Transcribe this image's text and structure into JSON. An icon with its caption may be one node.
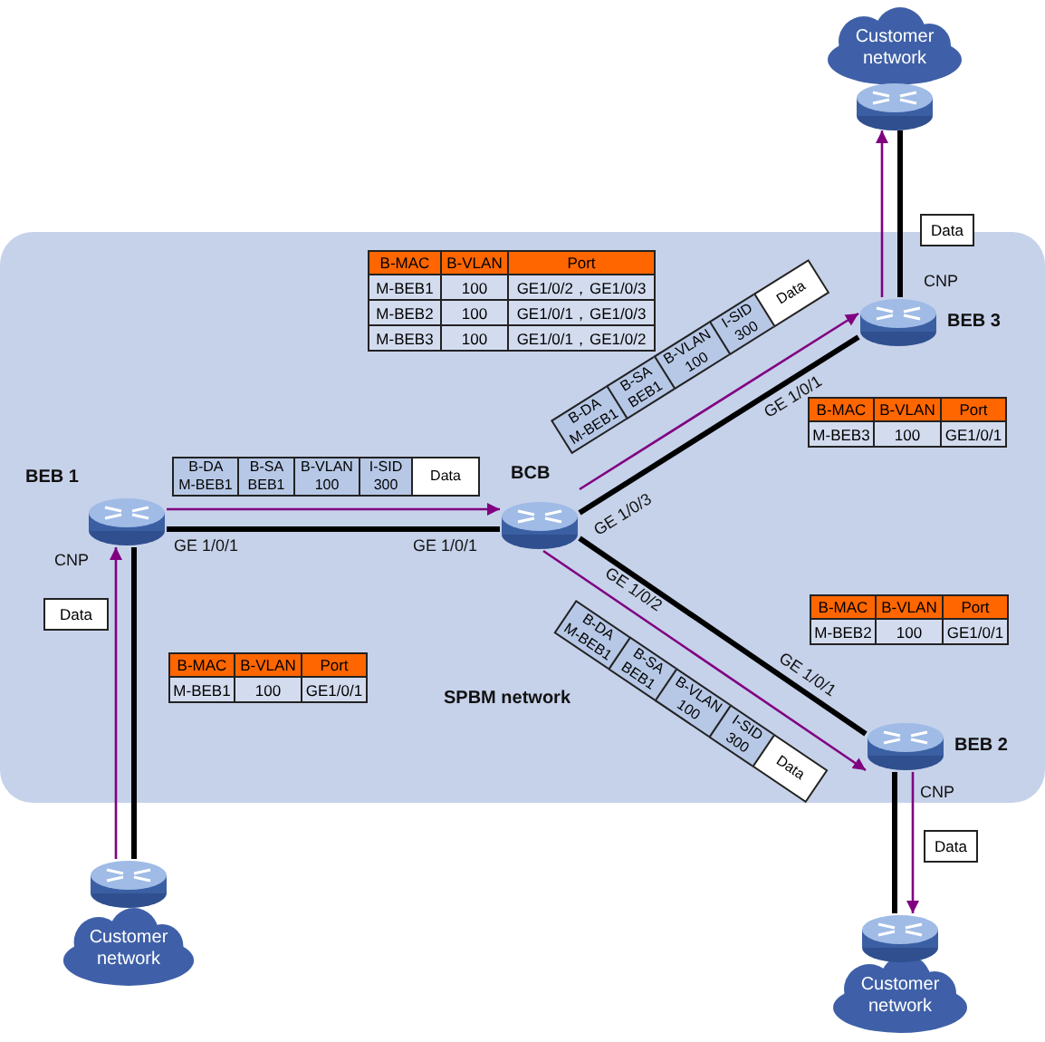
{
  "diagram": {
    "nodes": [
      {
        "text": [
          "Customer network"
        ]
      },
      {
        "text": [
          "SPBM network"
        ]
      },
      {
        "text": [
          "BEB 3"
        ],
        "in": 1
      },
      {
        "text": [
          "BEB 1"
        ],
        "in": 1
      },
      {
        "text": [
          "BCB"
        ],
        "in": 1
      },
      {
        "text": [
          "BEB 2"
        ],
        "in": 1
      },
      {
        "text": [
          "Customer network"
        ]
      },
      {
        "text": [
          "Customer network"
        ]
      }
    ],
    "edges": [
      {
        "from": 3,
        "to": 4,
        "arrow": "none",
        "style": "thick"
      },
      {
        "from": 4,
        "to": 2,
        "arrow": "none",
        "style": "thick"
      },
      {
        "from": 4,
        "to": 5,
        "arrow": "none",
        "style": "thick"
      },
      {
        "from": 0,
        "to": 2,
        "arrow": "none",
        "style": "thick"
      },
      {
        "from": 6,
        "to": 3,
        "arrow": "none",
        "style": "thick"
      },
      {
        "from": 5,
        "to": 7,
        "arrow": "none",
        "style": "thick"
      },
      {
        "from": 6,
        "to": 3,
        "arrow": "to",
        "color": "#800080"
      },
      {
        "from": 3,
        "to": 4,
        "arrow": "to",
        "color": "#800080"
      },
      {
        "from": 4,
        "to": 2,
        "arrow": "to",
        "color": "#800080"
      },
      {
        "from": 2,
        "to": 0,
        "arrow": "to",
        "color": "#800080"
      },
      {
        "from": 4,
        "to": 5,
        "arrow": "to",
        "color": "#800080"
      },
      {
        "from": 5,
        "to": 7,
        "arrow": "to",
        "color": "#800080"
      }
    ],
    "labels": [
      "B-MAC",
      "B-VLAN",
      "Port",
      "M-BEB1",
      "100",
      "GE1/0/2，GE1/0/3",
      "M-BEB2",
      "100",
      "GE1/0/1，GE1/0/3",
      "M-BEB3",
      "100",
      "GE1/0/1，GE1/0/2",
      "Data",
      "CNP",
      "B-DA M-BEB1",
      "B-SA BEB1",
      "B-VLAN 100",
      "I-SID 300",
      "Data",
      "GE 1/0/1",
      "B-MAC",
      "B-VLAN",
      "Port",
      "M-BEB3",
      "100",
      "GE1/0/1",
      "B-DA M-BEB1",
      "B-SA BEB1",
      "B-VLAN 100",
      "I-SID 300",
      "Data",
      "GE 1/0/1",
      "GE 1/0/1",
      "GE 1/0/3",
      "CNP",
      "GE 1/0/2",
      "B-MAC",
      "B-VLAN",
      "Port",
      "M-BEB2",
      "100",
      "GE1/0/1",
      "B-DA M-BEB1",
      "B-SA BEB1",
      "B-VLAN 100",
      "I-SID 300",
      "Data",
      "GE 1/0/1",
      "Data",
      "B-MAC",
      "B-VLAN",
      "Port",
      "M-BEB1",
      "100",
      "GE1/0/1",
      "CNP",
      "Data"
    ]
  }
}
